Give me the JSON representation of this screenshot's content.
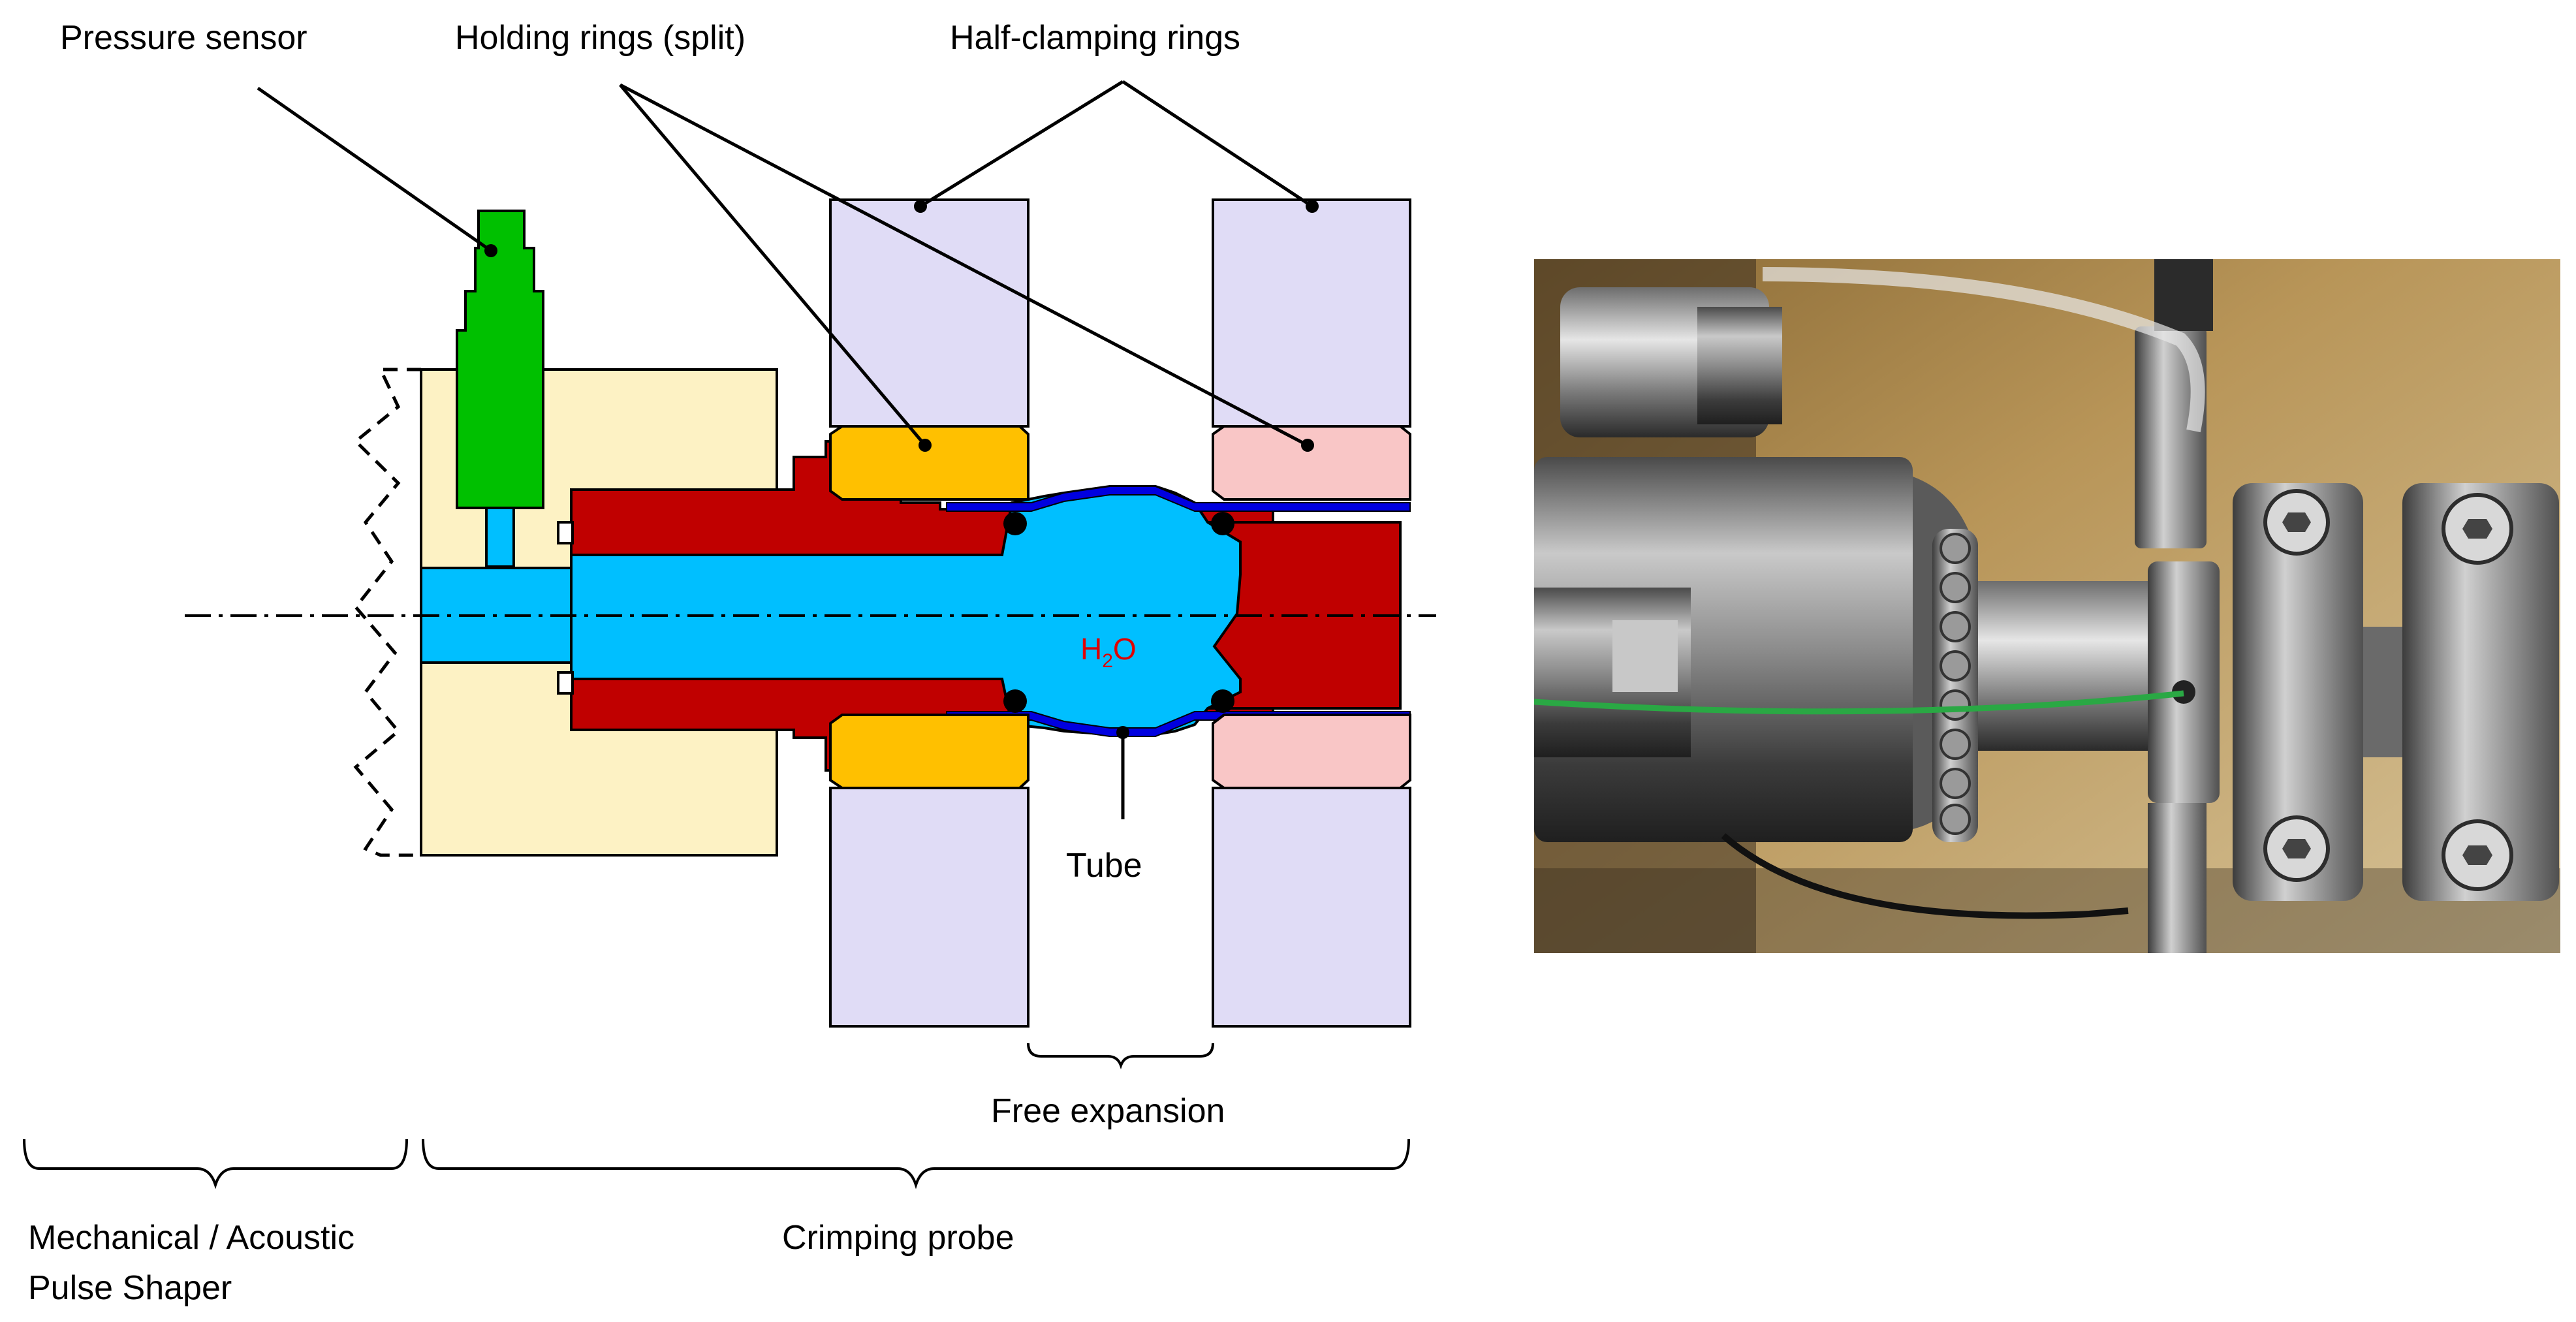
{
  "labels": {
    "pressure_sensor": "Pressure sensor",
    "holding_rings": "Holding rings (split)",
    "half_clamping_rings": "Half-clamping rings",
    "tube": "Tube",
    "free_expansion": "Free expansion",
    "pulse_shaper_line1": "Mechanical / Acoustic",
    "pulse_shaper_line2": "Pulse Shaper",
    "crimping_probe": "Crimping probe",
    "h2o_h": "H",
    "h2o_sub": "2",
    "h2o_o": "O"
  },
  "colors": {
    "pulse_shaper_body": "#fdf2c4",
    "pressure_sensor": "#00c000",
    "water": "#00bfff",
    "probe_body": "#c00000",
    "holding_ring": "#ffc000",
    "split_ring": "#f9c6c6",
    "clamping_ring": "#e0dcf6",
    "tube": "#0000e0",
    "h2o_text": "#e00000"
  },
  "photo": {
    "description_icon": "photo-of-crimping-test-rig"
  }
}
